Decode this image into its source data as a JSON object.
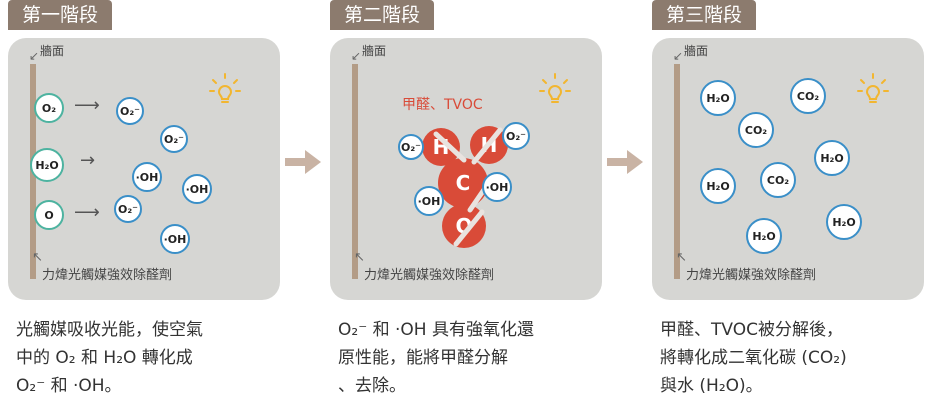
{
  "stages": [
    {
      "tab": "第一階段",
      "wall_label": "牆面",
      "catalyst_label": "力煒光觸媒強效除醛劑",
      "caption": "光觸媒吸收光能，使空氣\n中的 O₂ 和 H₂O 轉化成\nO₂⁻ 和 ·OH。",
      "molecules": {
        "o2_left": "O₂",
        "h2o_left": "H₂O",
        "o_left": "O",
        "o2m_1": "O₂⁻",
        "o2m_2": "O₂⁻",
        "oh_1": "·OH",
        "oh_2": "·OH",
        "o2m_3": "O₂⁻",
        "oh_3": "·OH"
      }
    },
    {
      "tab": "第二階段",
      "wall_label": "牆面",
      "catalyst_label": "力煒光觸媒強效除醛劑",
      "pollutant_label": "甲醛、TVOC",
      "caption": "O₂⁻ 和 ·OH 具有強氧化還\n原性能，能將甲醛分解\n、去除。",
      "atoms": [
        "H",
        "H",
        "C",
        "O"
      ],
      "molecules": {
        "o2m_1": "O₂⁻",
        "o2m_2": "O₂⁻",
        "oh_1": "·OH",
        "oh_2": "·OH"
      }
    },
    {
      "tab": "第三階段",
      "wall_label": "牆面",
      "catalyst_label": "力煒光觸媒強效除醛劑",
      "caption": "甲醛、TVOC被分解後，\n將轉化成二氧化碳 (CO₂)\n與水 (H₂O)。",
      "molecules": {
        "h2o_1": "H₂O",
        "co2_1": "CO₂",
        "co2_2": "CO₂",
        "h2o_2": "H₂O",
        "h2o_3": "H₂O",
        "co2_3": "CO₂",
        "h2o_4": "H₂O",
        "h2o_5": "H₂O"
      }
    }
  ],
  "colors": {
    "tab": "#8c7b6e",
    "panel": "#d6d6d3",
    "wall": "#b39c86",
    "molecule_border": "#3a8fc8",
    "pollutant": "#d94b38",
    "bulb": "#f2b630",
    "flow_arrow": "#c9b3a4"
  }
}
